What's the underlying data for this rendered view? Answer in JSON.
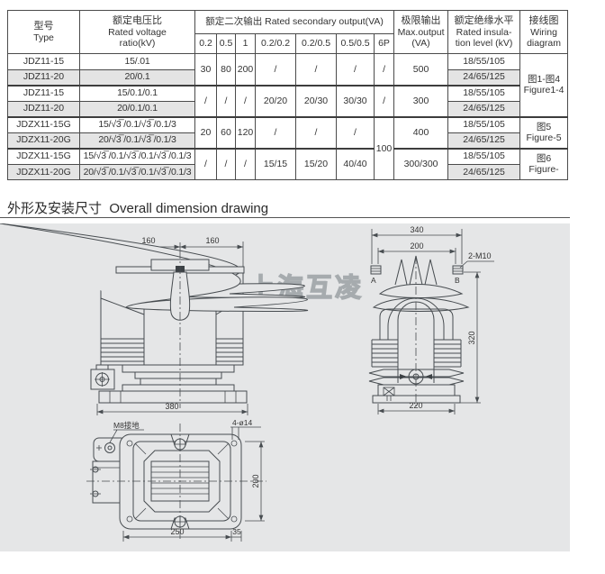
{
  "table": {
    "col_headers": {
      "type_zh": "型号",
      "type_en": "Type",
      "ratio_zh": "额定电压比",
      "ratio_en1": "Rated voltage",
      "ratio_en2": "ratio(kV)",
      "output": "额定二次输出 Rated secondary output(VA)",
      "max_zh": "极限输出",
      "max_en1": "Max.output",
      "max_en2": "(VA)",
      "ins_zh": "额定绝缘水平",
      "ins_en1": "Rated insula-",
      "ins_en2": "tion level (kV)",
      "wiring_zh": "接线图",
      "wiring_en1": "Wiring",
      "wiring_en2": "diagram"
    },
    "burden_cols": [
      "0.2",
      "0.5",
      "1",
      "0.2/0.2",
      "0.2/0.5",
      "0.5/0.5",
      "6P"
    ],
    "rows": [
      {
        "type": "JDZ11-15",
        "ratio": "15/.01",
        "insulation": "18/55/105"
      },
      {
        "type": "JDZ11-20",
        "ratio": "20/0.1",
        "insulation": "24/65/125"
      },
      {
        "type": "JDZ11-15",
        "ratio": "15/0.1/0.1",
        "insulation": "18/55/105"
      },
      {
        "type": "JDZ11-20",
        "ratio": "20/0.1/0.1",
        "insulation": "24/65/125"
      },
      {
        "type": "JDZX11-15G",
        "ratio": "15/√3̅ /0.1/√3̅ /0.1/3",
        "insulation": "18/55/105"
      },
      {
        "type": "JDZX11-20G",
        "ratio": "20/√3̅ /0.1/√3̅ /0.1/3",
        "insulation": "24/65/125"
      },
      {
        "type": "JDZX11-15G",
        "ratio": "15/√3̅ /0.1/√3̅ /0.1/√3̅ /0.1/3",
        "insulation": "18/55/105"
      },
      {
        "type": "JDZX11-20G",
        "ratio": "20/√3̅ /0.1/√3̅ /0.1/√3̅ /0.1/3",
        "insulation": "24/65/125"
      }
    ],
    "groups": [
      {
        "v02": "30",
        "v05": "80",
        "v1": "200",
        "v0202": "/",
        "v0205": "/",
        "v0505": "/",
        "max": "500"
      },
      {
        "v02": "/",
        "v05": "/",
        "v1": "/",
        "v0202": "20/20",
        "v0205": "20/30",
        "v0505": "30/30",
        "max": "300"
      },
      {
        "v02": "20",
        "v05": "60",
        "v1": "120",
        "v0202": "/",
        "v0205": "/",
        "v0505": "/",
        "max": "400"
      },
      {
        "v02": "/",
        "v05": "/",
        "v1": "/",
        "v0202": "15/15",
        "v0205": "15/20",
        "v0505": "40/40",
        "max": "300/300"
      }
    ],
    "sixp": {
      "g1": "/",
      "g2": "/",
      "g34": "100"
    },
    "wiring": [
      {
        "zh": "图1-图4",
        "en": "Figure1-4"
      },
      {
        "zh": "图5",
        "en": "Figure-5"
      },
      {
        "zh": "图6",
        "en": "Figure-"
      }
    ]
  },
  "section": {
    "zh": "外形及安装尺寸",
    "en": "Overall dimension drawing"
  },
  "watermark": "上海互凌",
  "drawings": {
    "front": {
      "dim_left": "160",
      "dim_right": "160",
      "dim_bottom": "380"
    },
    "side": {
      "dim_outer": "340",
      "dim_inner": "200",
      "bolt_label": "2-M10",
      "terminal_a": "A",
      "terminal_b": "B",
      "dim_height": "320",
      "dim_bottom": "220"
    },
    "top": {
      "ground_label": "M8接地",
      "holes_label": "4-ø14",
      "dim_height": "200",
      "dim_bottom": "250",
      "dim_offset": "35"
    }
  },
  "colors": {
    "accent_gray": "#e5e6e7",
    "row_shade": "#e4e4e4",
    "line": "#474c50"
  }
}
